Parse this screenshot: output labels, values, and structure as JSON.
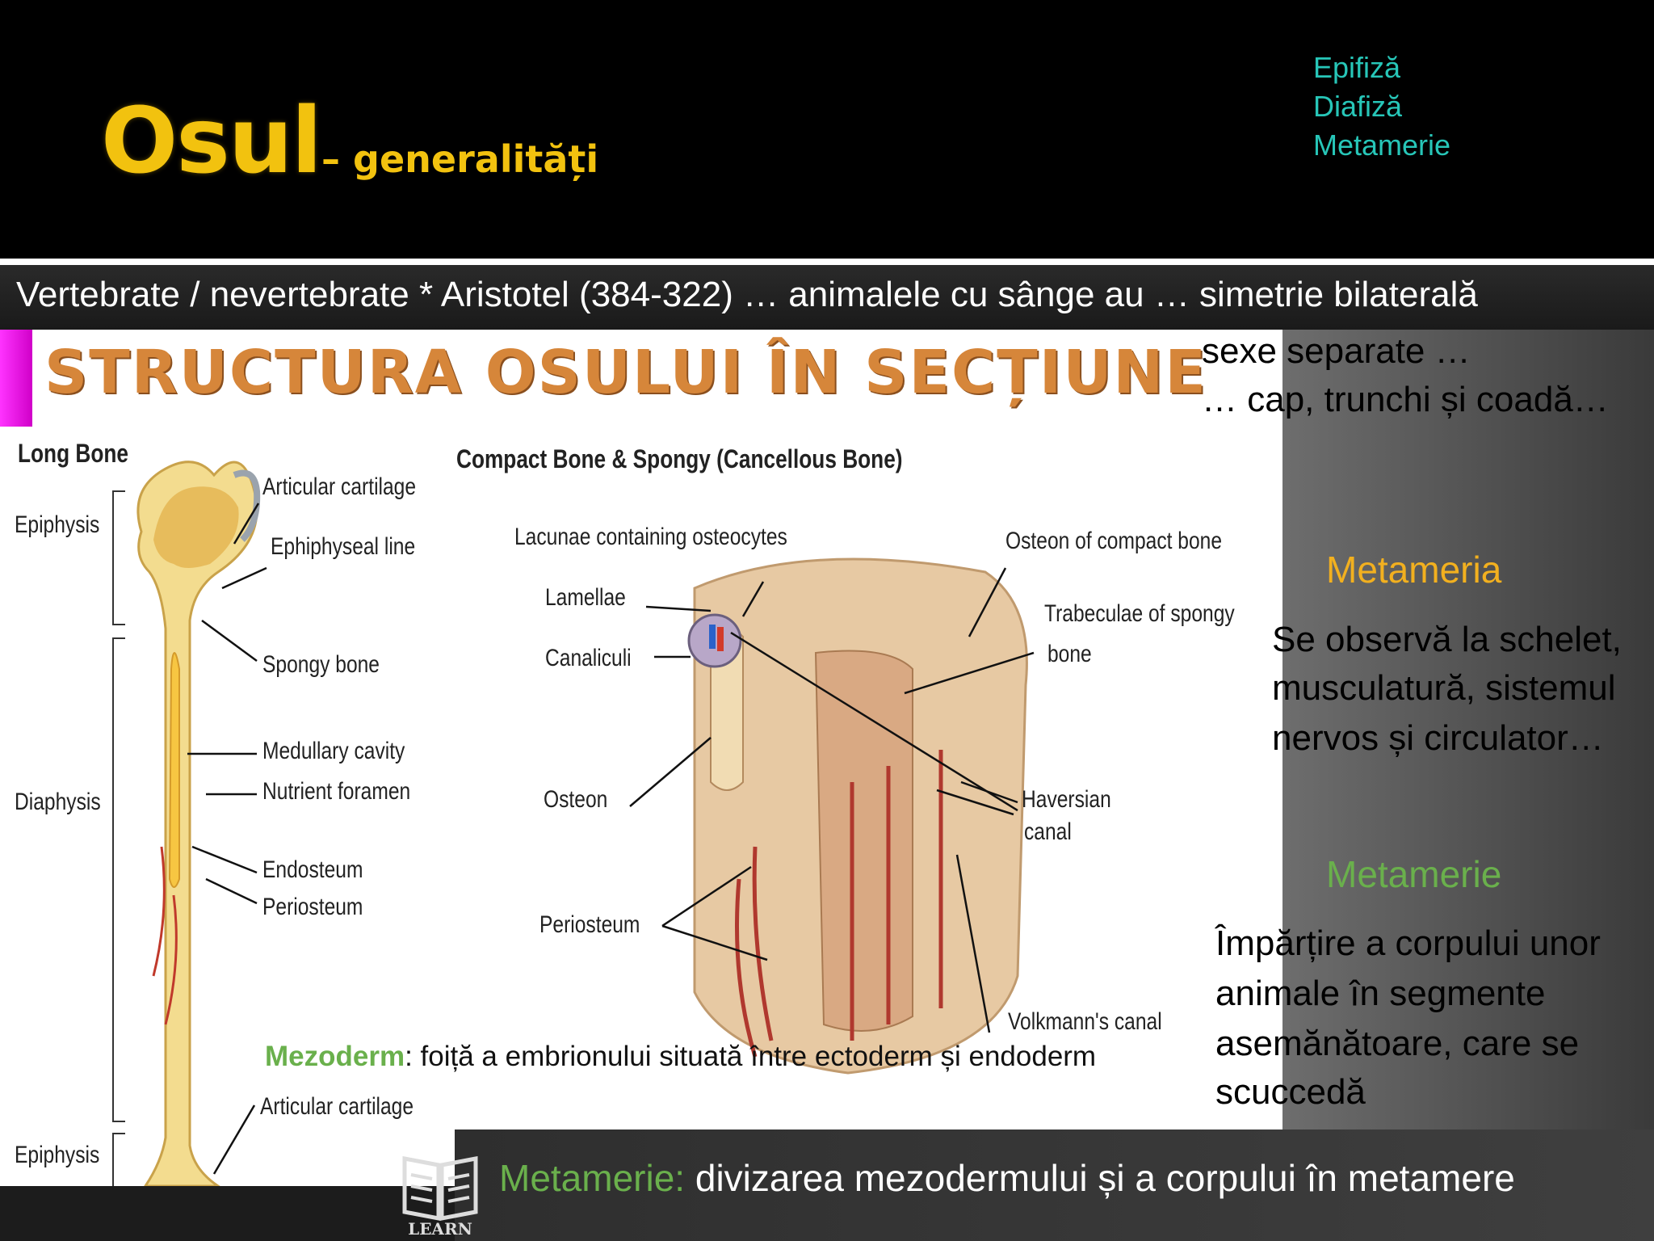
{
  "header": {
    "title": "Osul",
    "subtitle": "– generalități",
    "toc": [
      "Epifiză",
      "Diafiză",
      "Metamerie"
    ]
  },
  "top_line": "Vertebrate / nevertebrate * Aristotel (384-322) … animalele cu sânge au …  simetrie bilaterală",
  "figure": {
    "title": "STRUCTURA  OSULUI  ÎN  SECȚIUNE",
    "long_bone": {
      "heading": "Long Bone",
      "labels": [
        "Epiphysis",
        "Articular cartilage",
        "Ephiphyseal line",
        "Spongy bone",
        "Medullary cavity",
        "Nutrient foramen",
        "Diaphysis",
        "Endosteum",
        "Periosteum",
        "Articular cartilage",
        "Epiphysis"
      ]
    },
    "compact": {
      "heading": "Compact Bone & Spongy (Cancellous Bone)",
      "labels": [
        "Lacunae containing osteocytes",
        "Lamellae",
        "Canaliculi",
        "Osteon",
        "Periosteum",
        "Osteon of compact bone",
        "Trabeculae of spongy",
        "bone",
        "Haversian",
        "canal",
        "Volkmann's canal"
      ]
    },
    "mezoderm_term": "Mezoderm",
    "mezoderm_def": ": foiță a embrionului situată între ectoderm și endoderm"
  },
  "right": {
    "intro_1": "sexe separate …",
    "intro_2": "… cap, trunchi și coadă…",
    "heading_1": "Metameria",
    "text_1": [
      "Se observă la schelet,",
      "musculatură, sistemul",
      "nervos și circulator…"
    ],
    "heading_2": "Metamerie",
    "text_2": [
      "Împărțire a corpului unor",
      "animale în segmente",
      "asemănătoare, care se",
      "scuccedă"
    ]
  },
  "bottom": {
    "term": "Metamerie:",
    "def": " divizarea mezodermului și a corpului în metamere",
    "icon_label": "LEARN"
  },
  "colors": {
    "title": "#f2c20f",
    "toc": "#27c6b8",
    "green": "#6ab04c",
    "yellow_heading": "#f2b01f"
  }
}
